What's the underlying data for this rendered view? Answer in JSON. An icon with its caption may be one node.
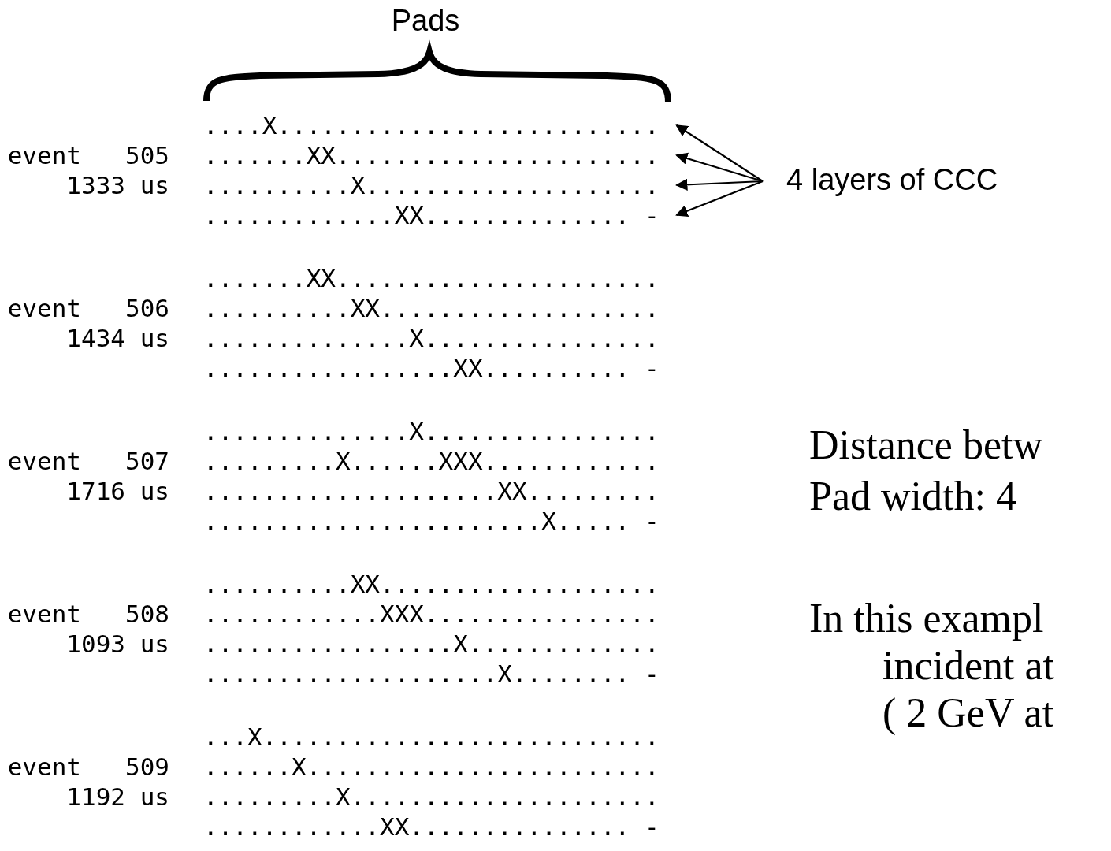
{
  "diagram": {
    "nodes": [
      {
        "text": [
          "4 layers of CCC"
        ]
      },
      {
        "text": [
          "....X.........................."
        ]
      },
      {
        "text": [
          ".......XX......................"
        ]
      },
      {
        "text": [
          "..........X...................."
        ]
      },
      {
        "text": [
          ".............XX.............. -"
        ]
      }
    ],
    "edges": [
      {
        "from": 0,
        "to": 1,
        "arrow": "to"
      },
      {
        "from": 0,
        "to": 2,
        "arrow": "to"
      },
      {
        "from": 0,
        "to": 3,
        "arrow": "to"
      },
      {
        "from": 0,
        "to": 4,
        "arrow": "to"
      }
    ],
    "labels": [
      "Pads",
      "event   505",
      "1333 us",
      ".......XX......................",
      "event   506",
      "..........XX...................",
      "1434 us",
      "..............X................",
      ".................XX.......... -",
      "..............X................",
      "event   507",
      ".........X......XXX............",
      "1716 us",
      "....................XX.........",
      ".......................X..... -",
      "..........XX...................",
      "event   508",
      "............XXX................",
      "1093 us",
      ".................X.............",
      "....................X........ -",
      "...X...........................",
      "event   509",
      "......X........................",
      "1192 us",
      ".........X.....................",
      "............XX............... -",
      "Distance betw",
      "Pad width: 4",
      "In this exampl",
      "incident at",
      "( 2 GeV at"
    ]
  }
}
